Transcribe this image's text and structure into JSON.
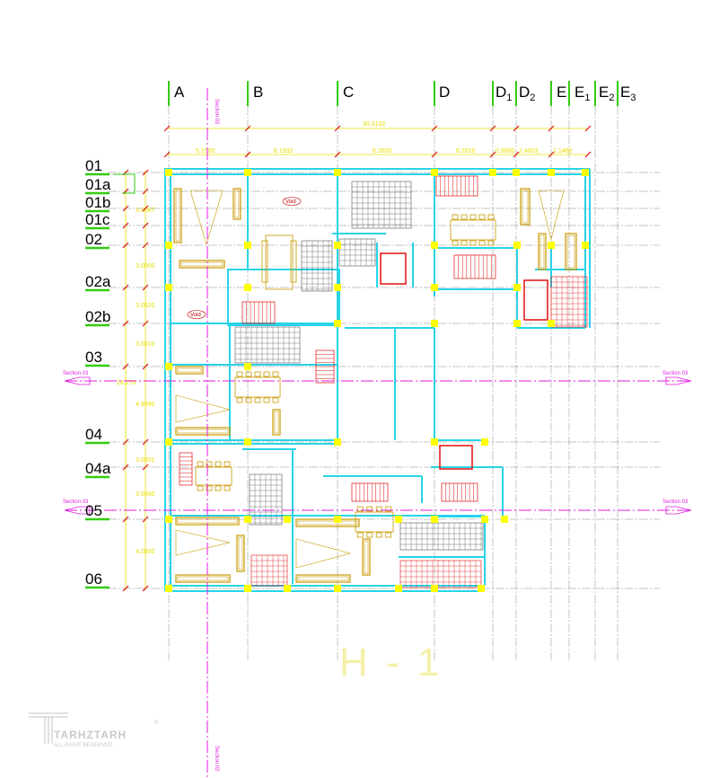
{
  "grid": {
    "columns": [
      {
        "label": "A",
        "sub": ""
      },
      {
        "label": "B",
        "sub": ""
      },
      {
        "label": "C",
        "sub": ""
      },
      {
        "label": "D",
        "sub": ""
      },
      {
        "label": "D",
        "sub": "1"
      },
      {
        "label": "D",
        "sub": "2"
      },
      {
        "label": "E",
        "sub": ""
      },
      {
        "label": "E",
        "sub": "1"
      },
      {
        "label": "E",
        "sub": "2"
      },
      {
        "label": "E",
        "sub": "3"
      }
    ],
    "rows": [
      "01",
      "01a",
      "01b",
      "01c",
      "02",
      "02a",
      "02b",
      "03",
      "04",
      "04a",
      "05",
      "06"
    ]
  },
  "dimensions": {
    "overall": "30.3102",
    "spans": [
      "5.1500",
      "6.1932",
      "6.2600",
      "6.2010",
      "0.9600",
      "2.4003",
      "1.1466"
    ],
    "rows": [
      "3.0087",
      "3.0000",
      "3.0020",
      "3.0010",
      "4.9990",
      "3.0001",
      "3.0000",
      "4.0000"
    ],
    "overall_vertical": "28.279"
  },
  "sections": {
    "horizontal_1": "Section 03",
    "horizontal_2": "Section 03",
    "vertical": "Section 02"
  },
  "labels": {
    "void": "Void",
    "sheet_title": "H - 1"
  },
  "watermark": {
    "brand": "TARHZTARH",
    "rights": "ALL RIGHT RESERVED",
    "mark": "®"
  },
  "colors": {
    "grid_line": "#8a8a8a",
    "wall": "#27d4e8",
    "column": "#ffff00",
    "axis_marker": "#33cc11",
    "dimension": "#e8e000",
    "dimension_tick": "#e01010",
    "section_line": "#e01ee0",
    "furniture": "#c89a00",
    "stairs": "#e01010",
    "tile": "#555555",
    "background": "#ffffff"
  }
}
